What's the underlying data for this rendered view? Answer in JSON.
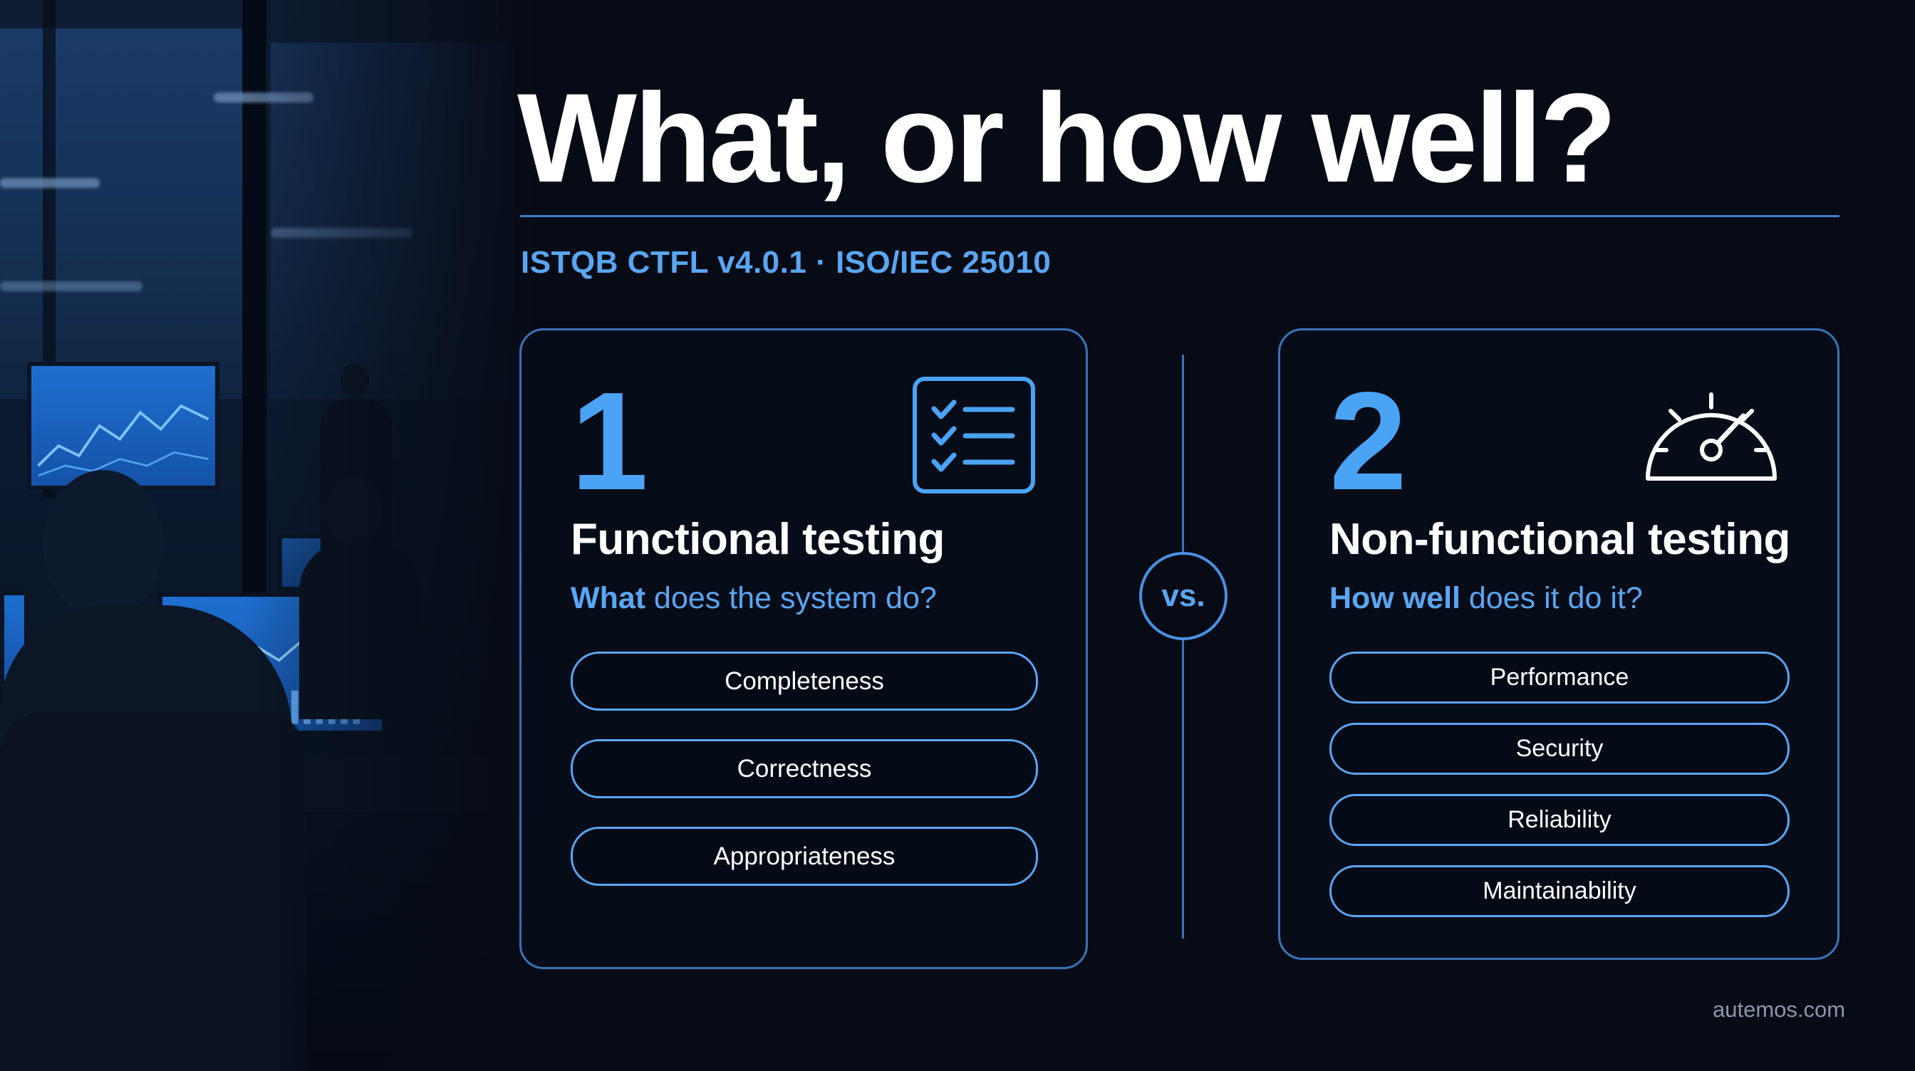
{
  "title": "What, or how well?",
  "subtitle": "ISTQB CTFL v4.0.1 · ISO/IEC 25010",
  "colors": {
    "accent": "#5aa6f2",
    "border": "#3a73b8",
    "background": "#070b16",
    "text": "#ffffff",
    "muted": "#8a96aa"
  },
  "functional": {
    "number": "1",
    "icon": "checklist-icon",
    "title": "Functional testing",
    "question_em": "What",
    "question_rest": " does the system do?",
    "items": [
      "Completeness",
      "Correctness",
      "Appropriateness"
    ]
  },
  "vs_label": "vs.",
  "nonfunctional": {
    "number": "2",
    "icon": "gauge-icon",
    "title": "Non-functional testing",
    "question_em": "How well",
    "question_rest": " does it do it?",
    "items": [
      "Performance",
      "Security",
      "Reliability",
      "Maintainability"
    ]
  },
  "footer": "autemos.com"
}
